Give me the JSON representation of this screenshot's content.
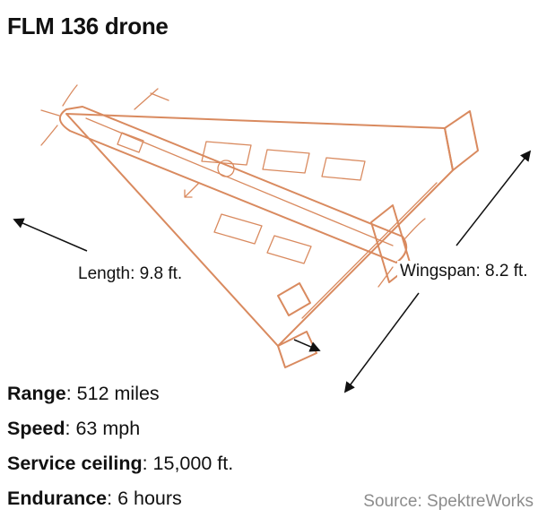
{
  "title": "FLM 136 drone",
  "diagram": {
    "length_label": "Length: 9.8 ft.",
    "wingspan_label": "Wingspan: 8.2 ft.",
    "drone_color": "#d98a5f",
    "arrow_color": "#111111"
  },
  "specs": [
    {
      "label": "Range",
      "value": ": 512 miles"
    },
    {
      "label": "Speed",
      "value": ": 63 mph"
    },
    {
      "label": "Service ceiling",
      "value": ": 15,000 ft."
    },
    {
      "label": "Endurance",
      "value": ": 6 hours"
    }
  ],
  "source": "Source: SpektreWorks"
}
